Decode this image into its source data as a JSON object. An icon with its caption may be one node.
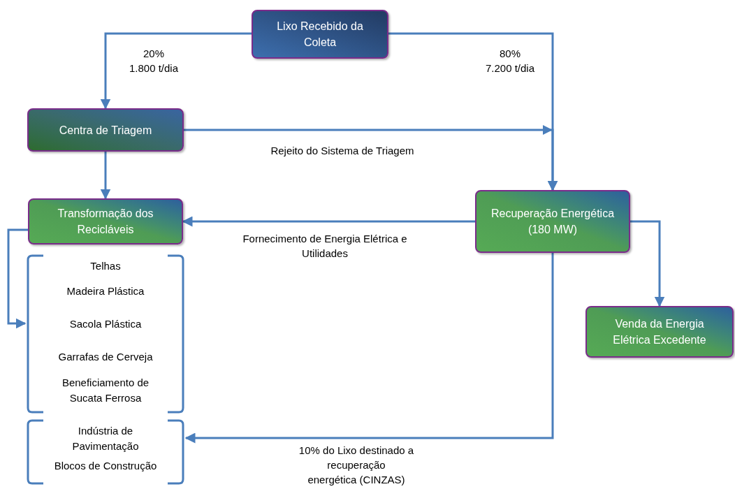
{
  "diagram": {
    "nodes": [
      {
        "text": [
          "Lixo Recebido da Coleta"
        ]
      },
      {
        "text": [
          "Centra de Triagem"
        ]
      },
      {
        "text": [
          "Transformação dos Recicláveis"
        ]
      },
      {
        "text": [
          "Recuperação Energética (180 MW)"
        ]
      },
      {
        "text": [
          "Venda da Energia Elétrica Excedente"
        ]
      },
      {
        "text": [
          "Telhas",
          "Madeira Plástica",
          "Sacola Plástica",
          "Garrafas de Cerveja",
          "Beneficiamento de Sucata Ferrosa"
        ]
      },
      {
        "text": [
          "Indústria de Pavimentação",
          "Blocos de Construção"
        ]
      }
    ],
    "edges": [
      {
        "from": 0,
        "to": 1,
        "arrow": "to",
        "label": "20% 1.800 t/dia"
      },
      {
        "from": 0,
        "to": 3,
        "arrow": "to",
        "label": "80% 7.200 t/dia"
      },
      {
        "from": 1,
        "to": 3,
        "arrow": "to",
        "label": "Rejeito do Sistema de Triagem"
      },
      {
        "from": 1,
        "to": 2,
        "arrow": "to"
      },
      {
        "from": 3,
        "to": 2,
        "arrow": "to",
        "label": "Fornecimento de Energia Elétrica e Utilidades"
      },
      {
        "from": 3,
        "to": 4,
        "arrow": "to"
      },
      {
        "from": 2,
        "to": 5,
        "arrow": "to"
      },
      {
        "from": 3,
        "to": 6,
        "arrow": "to",
        "label": "10% do Lixo destinado a recuperação energética (CINZAS)"
      }
    ]
  }
}
